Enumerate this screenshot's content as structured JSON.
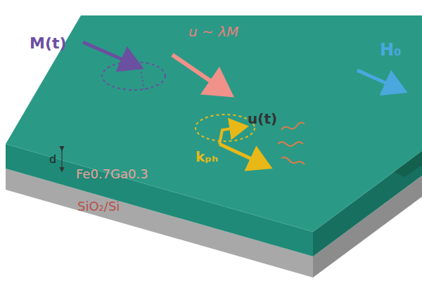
{
  "diagram": {
    "labels": [
      "M(t)",
      "u ∼ λM",
      "u(t)",
      "kₚₕ",
      "H₀",
      "d",
      "Fe0.7Ga0.3",
      "SiO₂/Si"
    ]
  }
}
